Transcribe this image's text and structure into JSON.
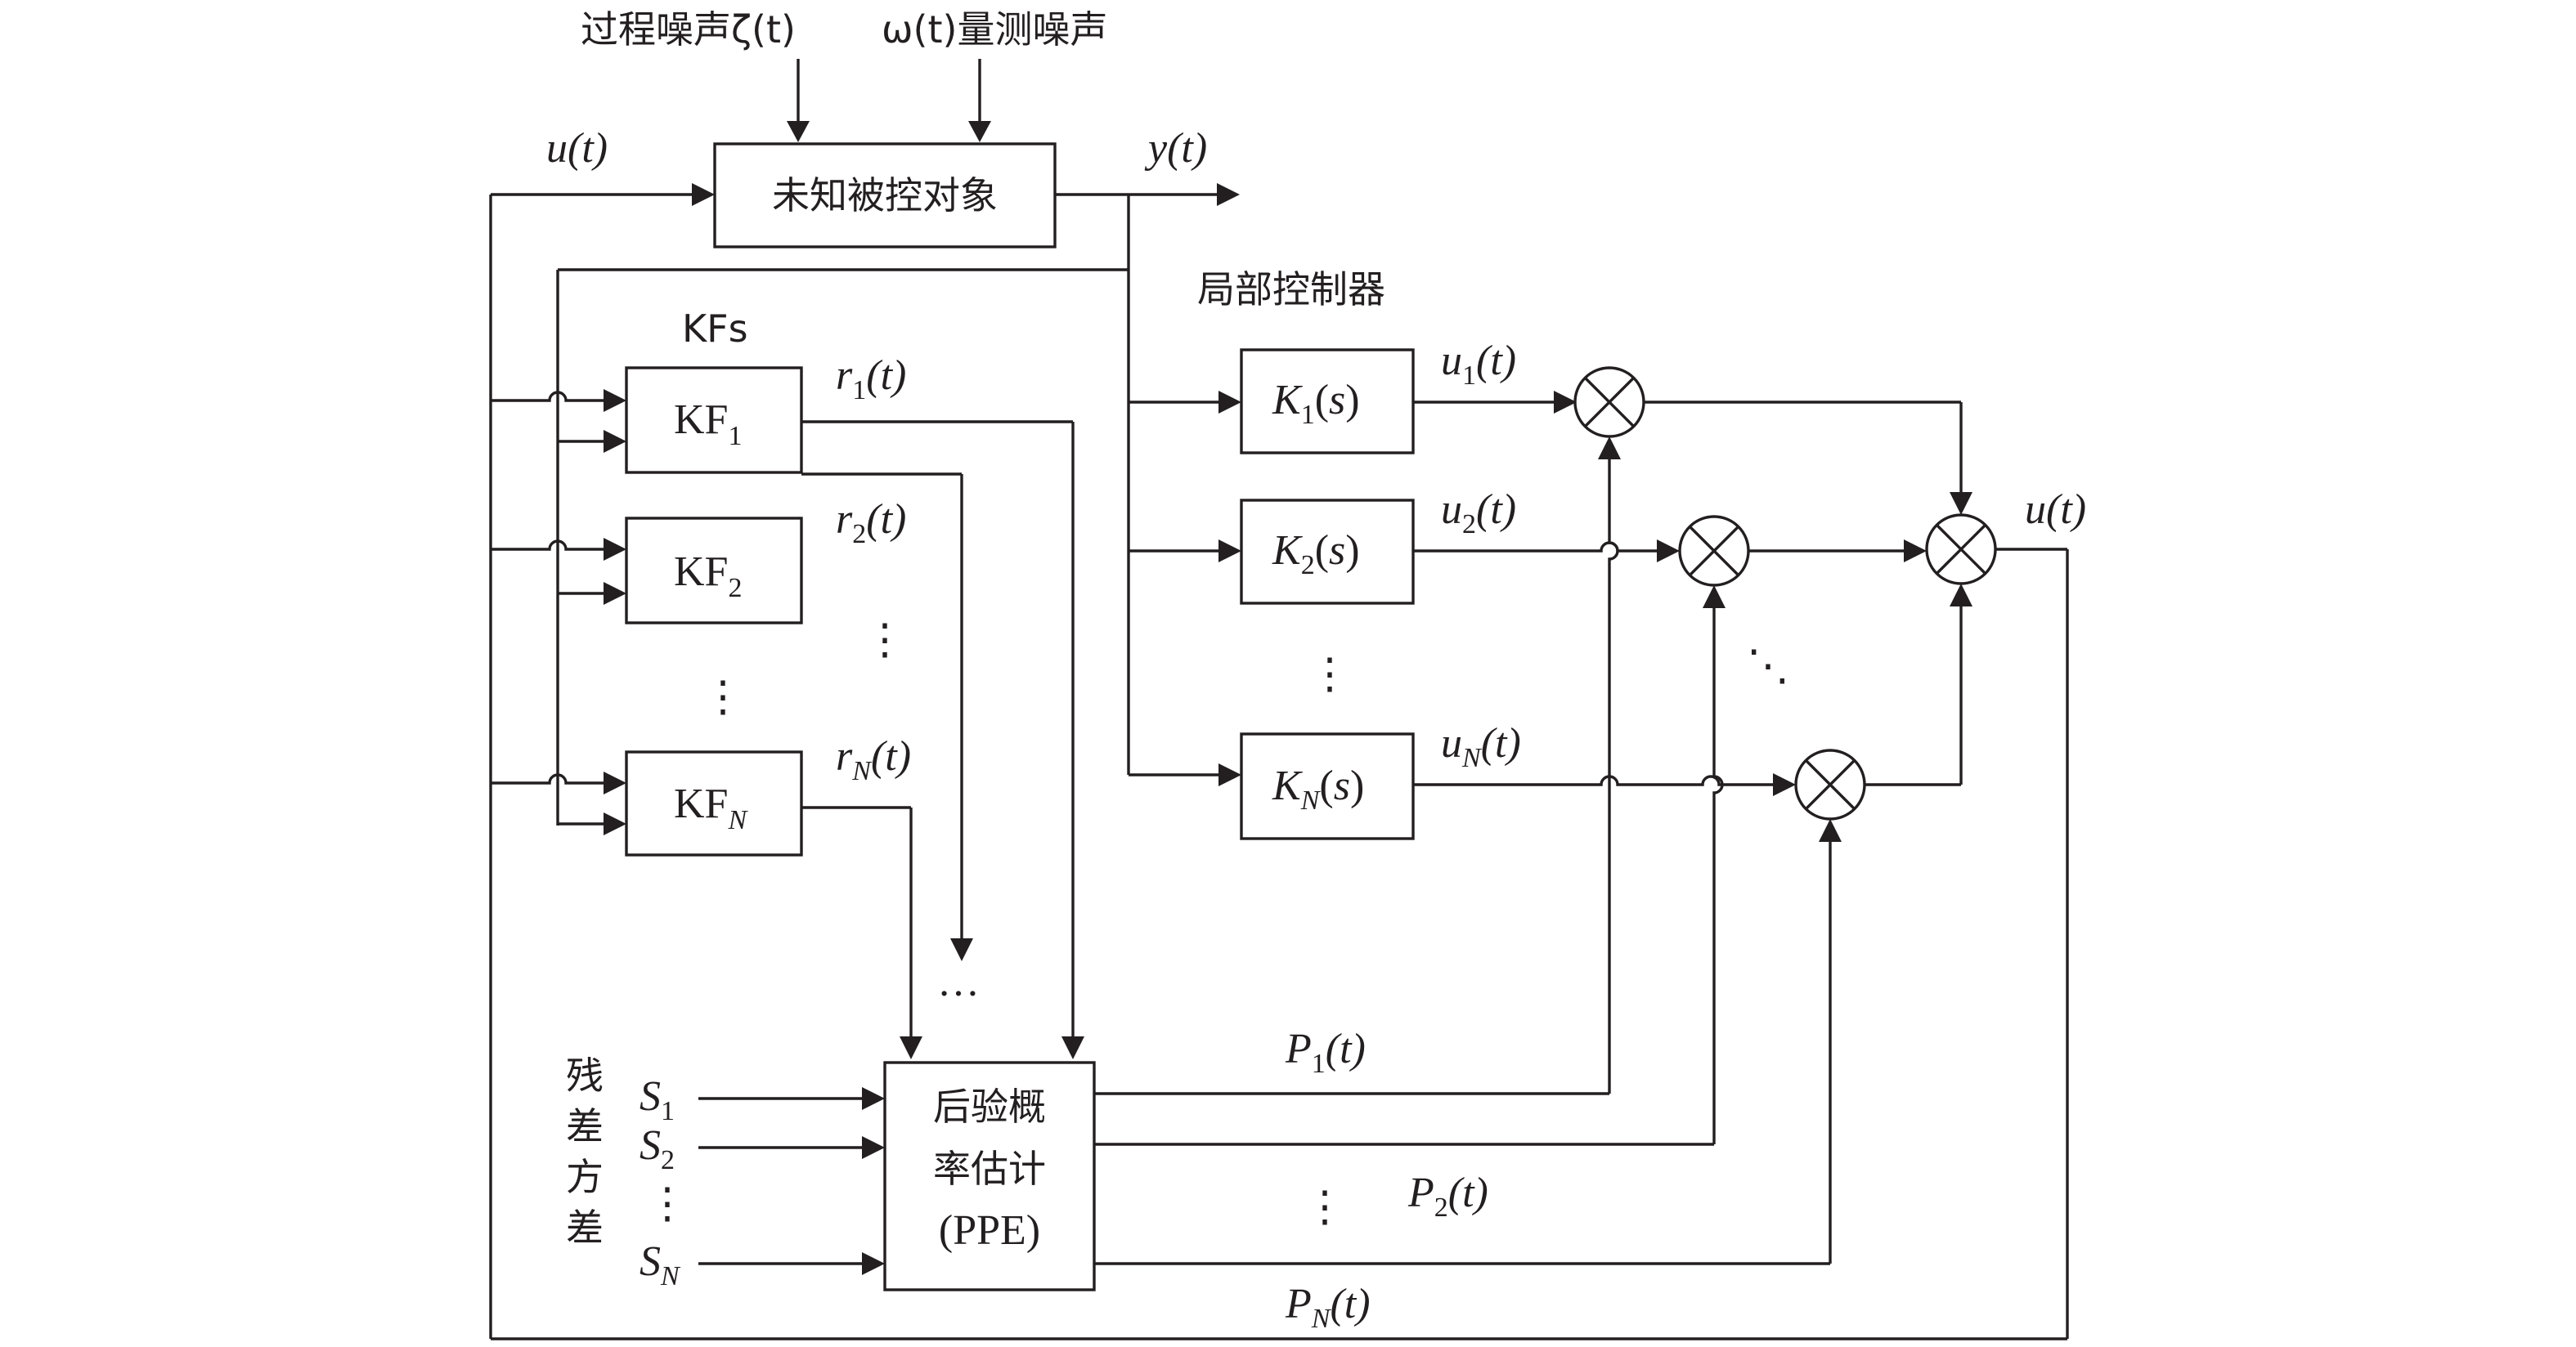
{
  "noise": {
    "process": "过程噪声ζ(t)",
    "measurement": "ω(t)量测噪声"
  },
  "signals": {
    "u_in": "u(t)",
    "y_out": "y(t)",
    "u_out": "u(t)",
    "r1": "r1(t)",
    "r2": "r2(t)",
    "rN": "rN(t)",
    "u1": "u1(t)",
    "u2": "u2(t)",
    "uN": "uN(t)",
    "P1": "P1(t)",
    "P2": "P2(t)",
    "PN": "PN(t)"
  },
  "blocks": {
    "plant": "未知被控对象",
    "kfs_group": "KFs",
    "kf1": "KF1",
    "kf2": "KF2",
    "kfN": "KFN",
    "controllers_group": "局部控制器",
    "k1": "K1(s)",
    "k2": "K2(s)",
    "kN": "KN(s)",
    "ppe_line1": "后验概",
    "ppe_line2": "率估计",
    "ppe_line3": "(PPE)"
  },
  "residual_variance": {
    "label_chars": [
      "残",
      "差",
      "方",
      "差"
    ],
    "s1": "S1",
    "s2": "S2",
    "sN": "SN"
  },
  "ellipses": {
    "vertical": "⋮",
    "horizontal": "…",
    "diagonal": "⋱"
  }
}
